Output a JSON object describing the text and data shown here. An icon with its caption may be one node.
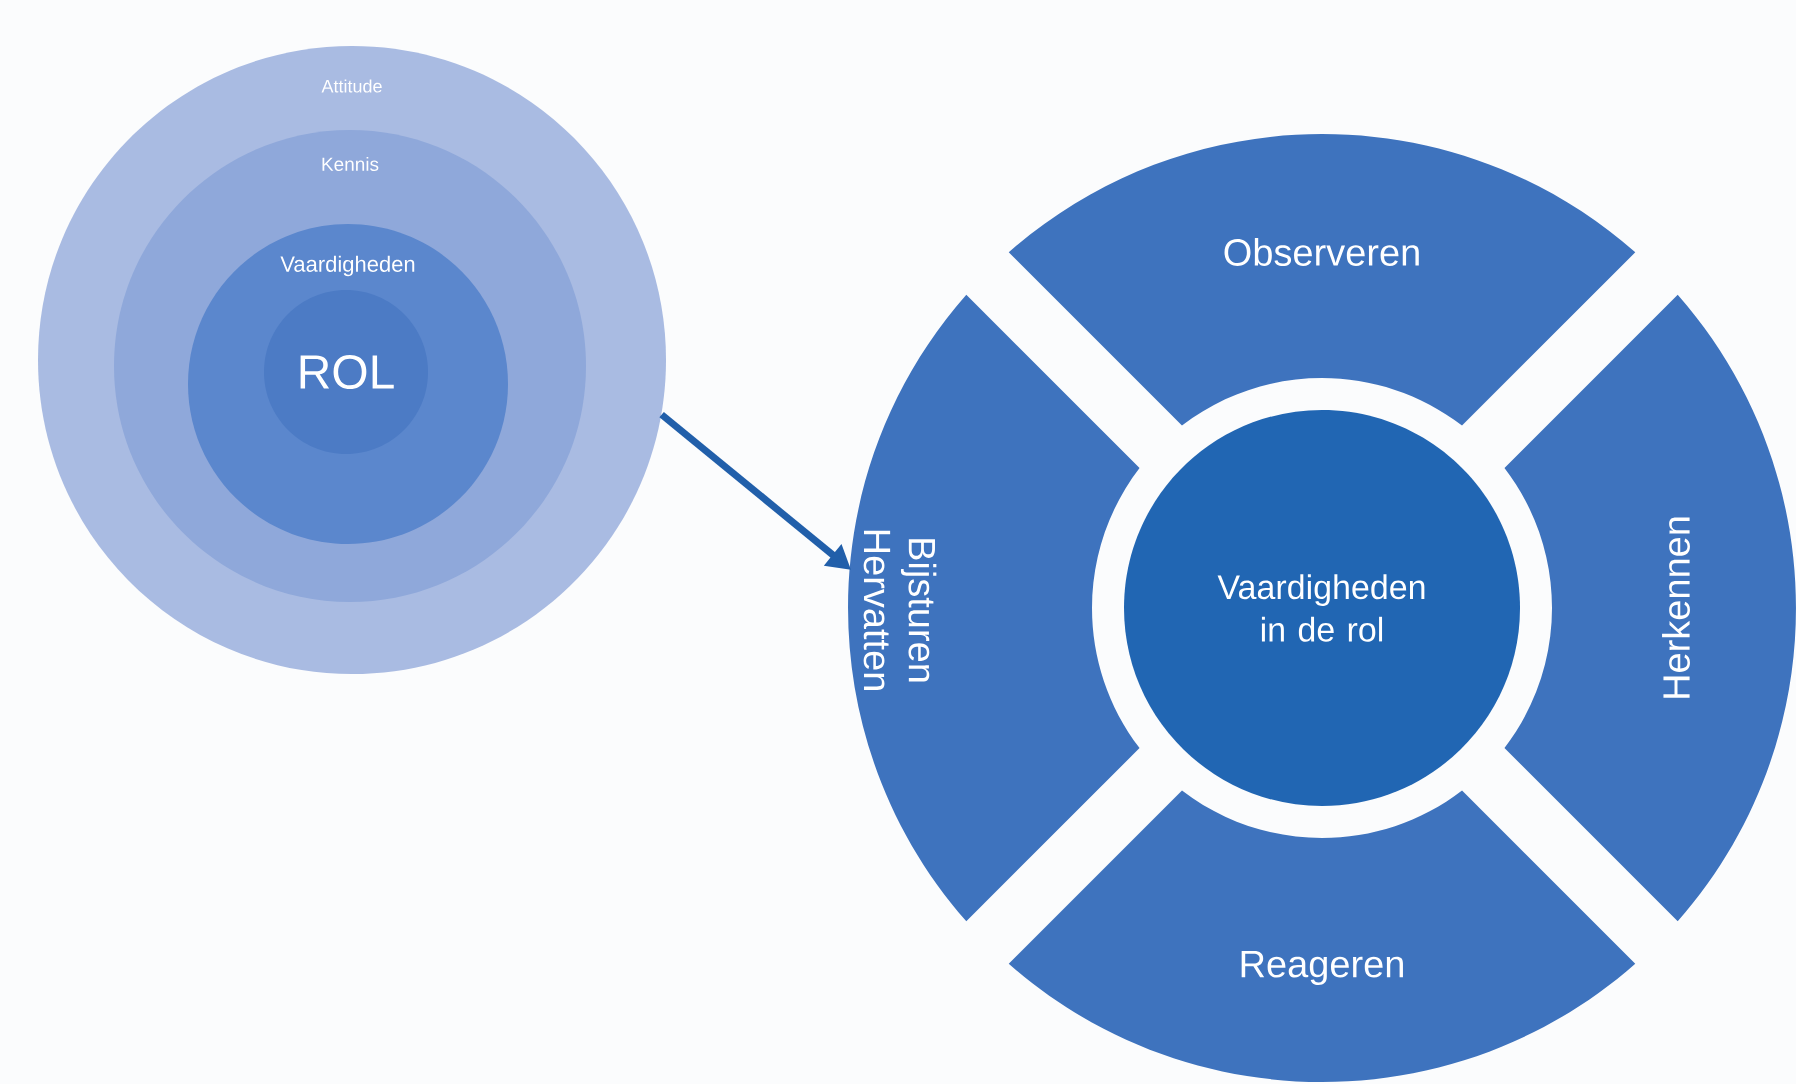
{
  "diagram": {
    "nodes": [
      {
        "text": [
          "Attitude"
        ]
      },
      {
        "text": [
          "Kennis"
        ],
        "in": 0
      },
      {
        "text": [
          "Vaardigheden"
        ],
        "in": 1
      },
      {
        "text": [
          "ROL"
        ],
        "in": 2
      },
      {
        "text": [
          "Observeren"
        ]
      },
      {
        "text": [
          "Bijsturen Hervatten"
        ]
      },
      {
        "text": [
          "Vaardigheden in de rol"
        ]
      },
      {
        "text": [
          "Herkennen"
        ]
      },
      {
        "text": [
          "Reageren"
        ]
      }
    ],
    "edges": [
      {
        "from": 0,
        "to": 5,
        "arrow": "to"
      }
    ]
  }
}
